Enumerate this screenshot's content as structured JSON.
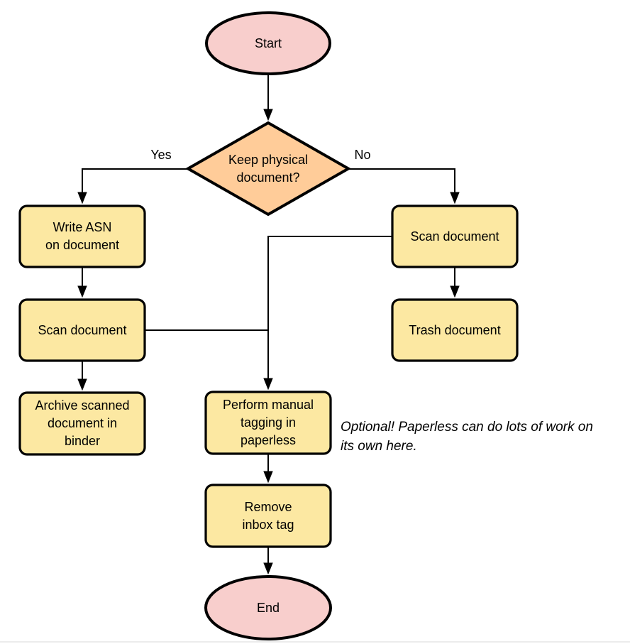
{
  "colors": {
    "terminal_fill": "#f8cecc",
    "decision_fill": "#ffcc99",
    "process_fill": "#fce8a2",
    "stroke": "#000000"
  },
  "nodes": {
    "start": {
      "label": "Start"
    },
    "decision": {
      "lines": [
        "Keep physical",
        "document?"
      ]
    },
    "write_asn": {
      "lines": [
        "Write ASN",
        "on document"
      ]
    },
    "scan_left": {
      "label": "Scan document"
    },
    "archive": {
      "lines": [
        "Archive scanned",
        "document in",
        "binder"
      ]
    },
    "scan_right": {
      "label": "Scan document"
    },
    "trash": {
      "label": "Trash document"
    },
    "tagging": {
      "lines": [
        "Perform manual",
        "tagging in",
        "paperless"
      ]
    },
    "remove_inbox": {
      "lines": [
        "Remove",
        "inbox tag"
      ]
    },
    "end": {
      "label": "End"
    }
  },
  "edge_labels": {
    "yes": "Yes",
    "no": "No"
  },
  "annotation": {
    "lines": [
      "Optional! Paperless can do lots of work on",
      "its own here."
    ]
  }
}
